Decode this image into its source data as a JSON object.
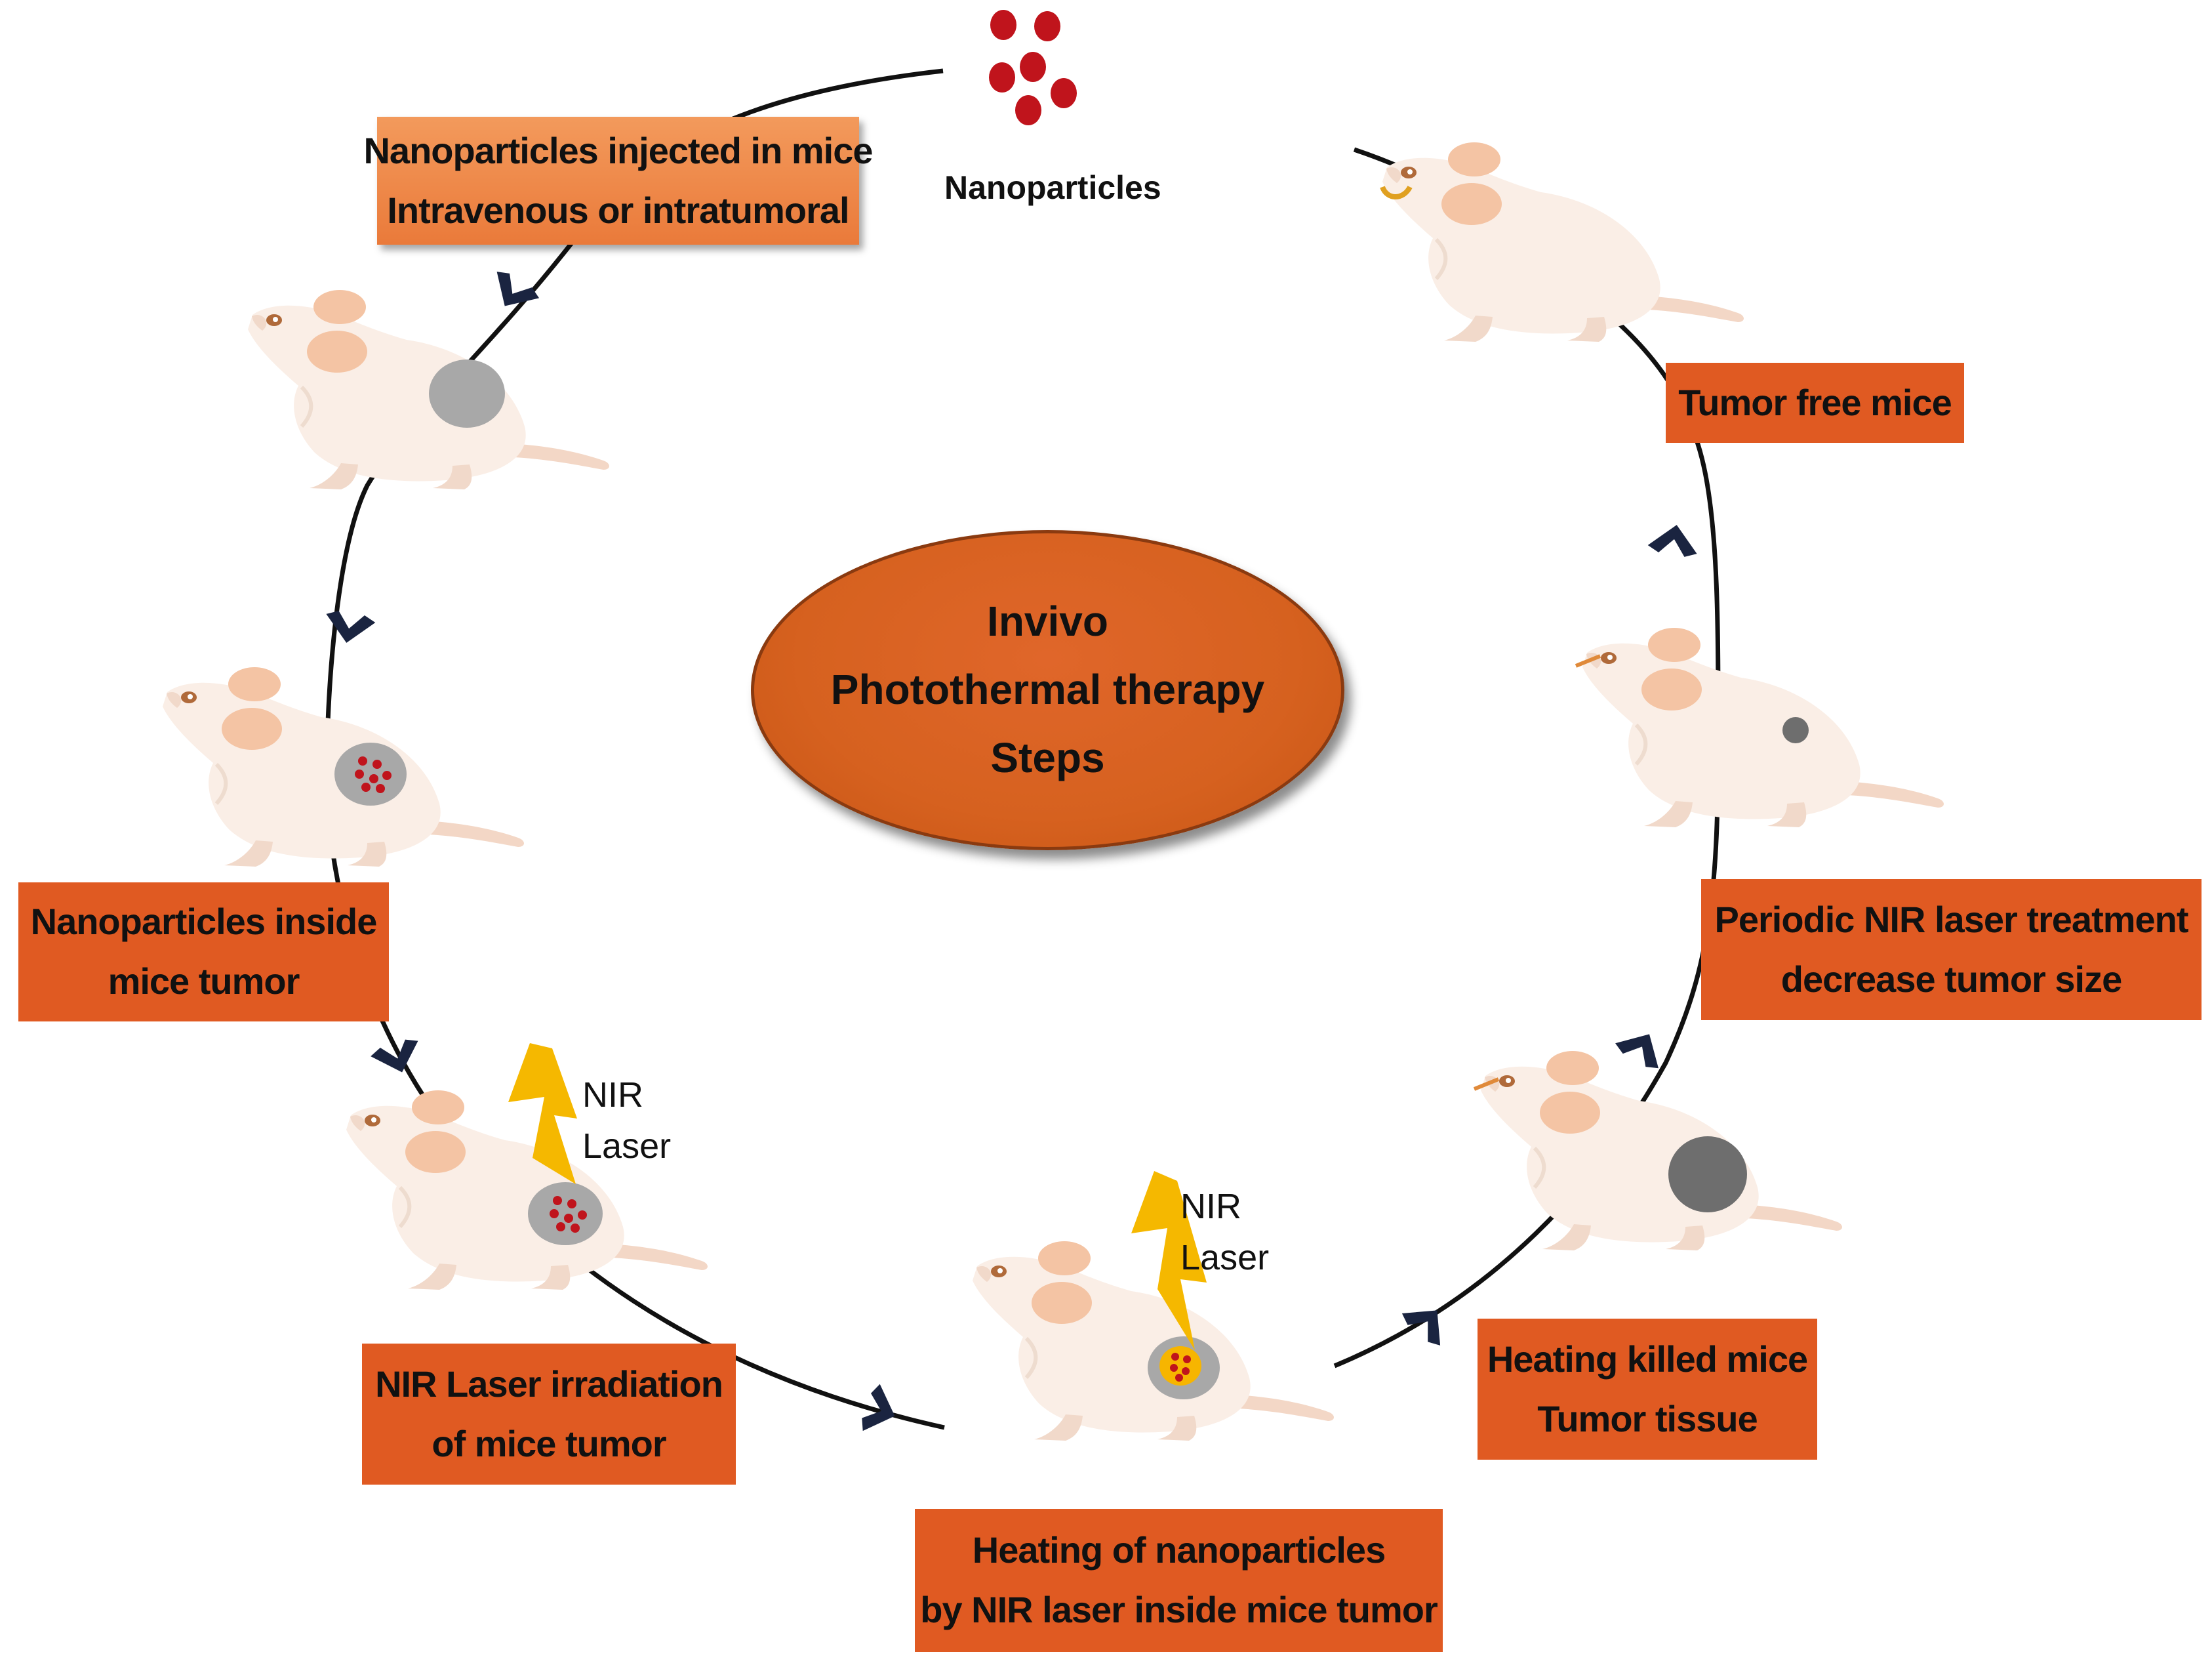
{
  "title": {
    "line1": "Invivo",
    "line2": "Photothermal therapy",
    "line3": "Steps"
  },
  "nanoparticles_label": "Nanoparticles",
  "steps": [
    {
      "line1": "Nanoparticles injected in mice",
      "line2": "Intravenous or intratumoral"
    },
    {
      "line1": "Nanoparticles inside",
      "line2": "mice tumor"
    },
    {
      "line1": "NIR Laser irradiation",
      "line2": "of mice tumor"
    },
    {
      "line1": "Heating of nanoparticles",
      "line2": "by NIR laser inside mice tumor"
    },
    {
      "line1": "Heating killed mice",
      "line2": "Tumor tissue"
    },
    {
      "line1": "Periodic NIR laser treatment",
      "line2": "decrease tumor size"
    },
    {
      "line1": "Tumor free mice"
    }
  ],
  "laser_labels": [
    {
      "line1": "NIR",
      "line2": "Laser"
    },
    {
      "line1": "NIR",
      "line2": "Laser"
    }
  ],
  "colors": {
    "box": "#e05a22",
    "box_light": "#ef8a4a",
    "oval": "#d6611f",
    "nanoparticle": "#c0141c",
    "tumor": "#a8a8a8",
    "tumor_dark": "#6e6e6e",
    "mouse_body": "#faeee6",
    "mouse_ear": "#f4c4a4",
    "laser": "#f5b800",
    "arrow": "#1a2440"
  }
}
